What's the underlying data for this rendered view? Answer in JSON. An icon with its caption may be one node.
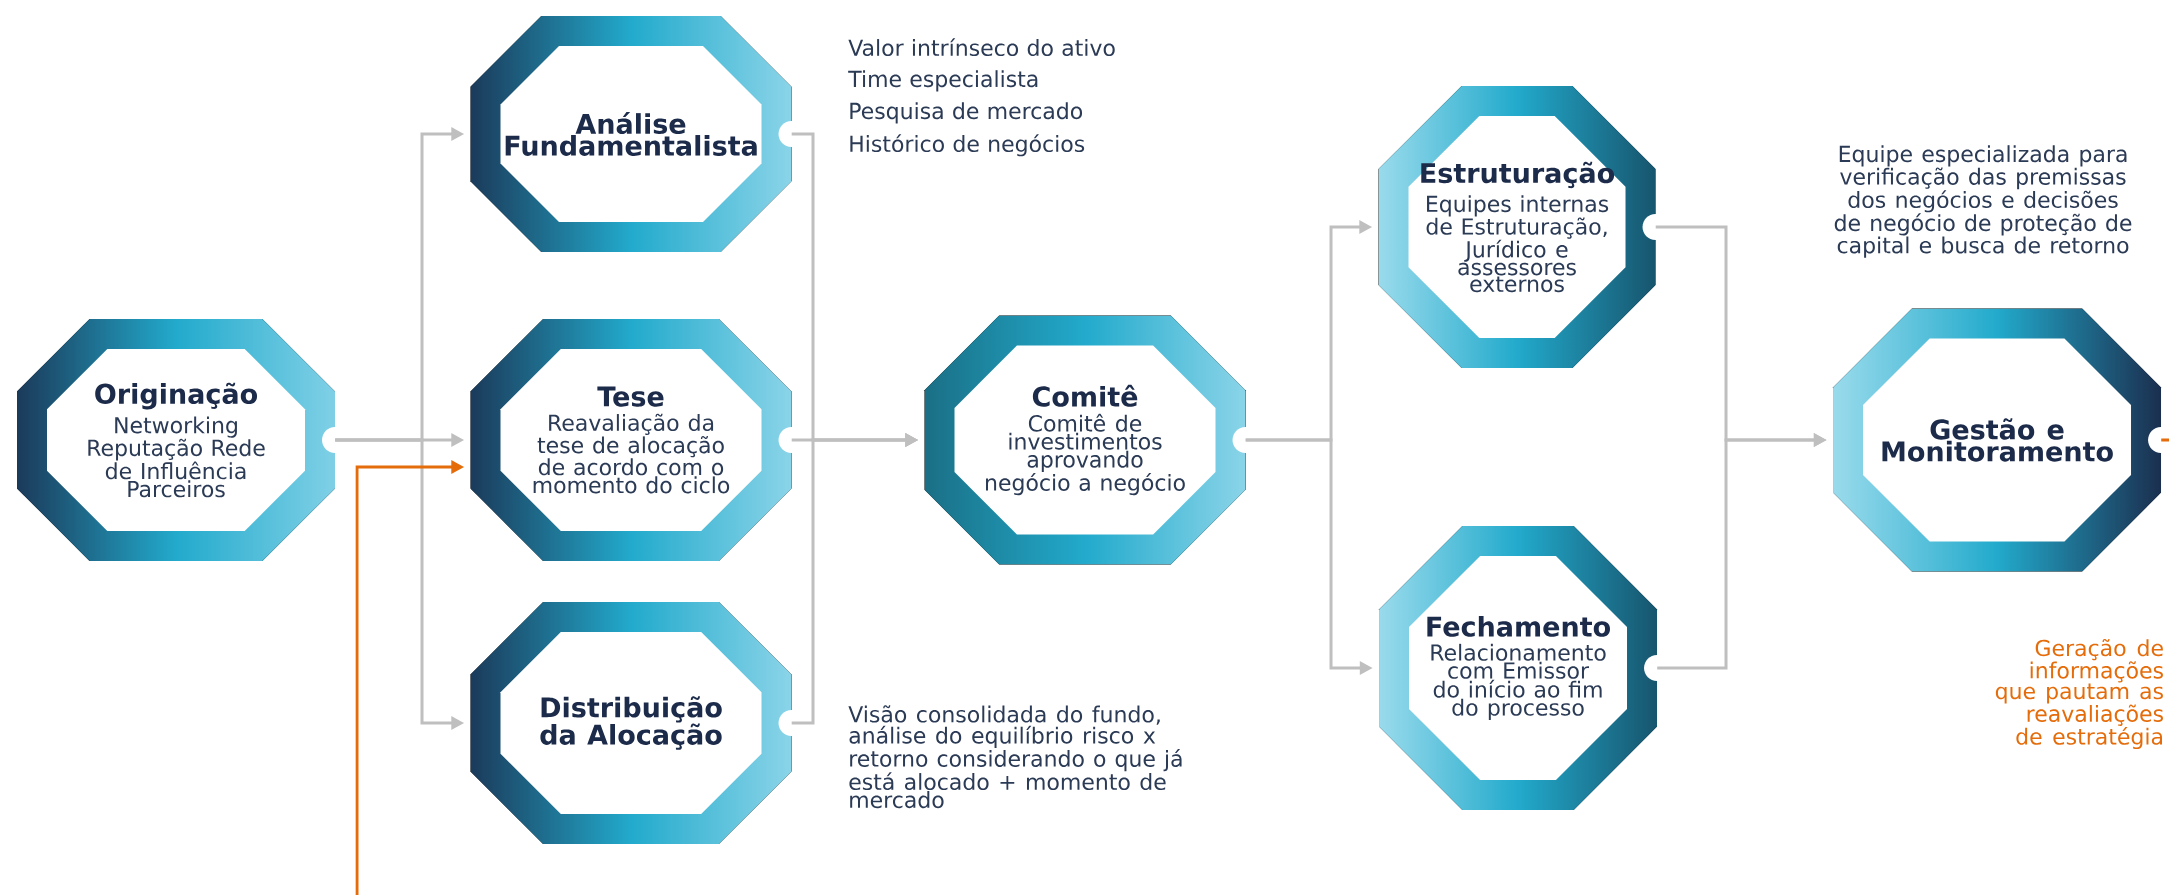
{
  "diagram": {
    "nodes": [
      {
        "text": [
          "Originação",
          "Networking Reputação Rede de Influência Parceiros"
        ]
      },
      {
        "text": [
          "Análise Fundamentalista"
        ],
        "beside": [
          "Valor intrínseco do ativo",
          "Time especialista",
          "Pesquisa de mercado",
          "Histórico de negócios"
        ]
      },
      {
        "text": [
          "Tese",
          "Reavaliação da tese de alocação de acordo com o momento do ciclo"
        ]
      },
      {
        "text": [
          "Distribuição da Alocação"
        ],
        "beside": [
          "Visão consolidada do fundo, análise do equilíbrio risco x retorno considerando o que já está alocado + momento de mercado"
        ]
      },
      {
        "text": [
          "Comitê",
          "Comitê de investimentos aprovando negócio a negócio"
        ]
      },
      {
        "text": [
          "Estruturação",
          "Equipes internas de Estruturação, Jurídico e assessores externos"
        ]
      },
      {
        "text": [
          "Fechamento",
          "Relacionamento com Emissor do início ao fim do processo"
        ]
      },
      {
        "text": [
          "Gestão e Monitoramento"
        ],
        "beside": [
          "Equipe especializada para verificação das premissas dos negócios e decisões de negócio de proteção de capital e busca de retorno"
        ]
      }
    ],
    "edges": [
      {
        "from": 0,
        "to": 1,
        "arrow": "to"
      },
      {
        "from": 0,
        "to": 2,
        "arrow": "to"
      },
      {
        "from": 0,
        "to": 3,
        "arrow": "to"
      },
      {
        "from": 1,
        "to": 4,
        "arrow": "to"
      },
      {
        "from": 2,
        "to": 4,
        "arrow": "to"
      },
      {
        "from": 3,
        "to": 4,
        "arrow": "to"
      },
      {
        "from": 4,
        "to": 5,
        "arrow": "to"
      },
      {
        "from": 4,
        "to": 6,
        "arrow": "to"
      },
      {
        "from": 5,
        "to": 7,
        "arrow": "to"
      },
      {
        "from": 6,
        "to": 7,
        "arrow": "to"
      },
      {
        "from": 7,
        "to": 2,
        "arrow": "to",
        "color": "#e46c0a",
        "label": "Geração de informações que pautam as reavaliações de estratégia"
      }
    ]
  }
}
